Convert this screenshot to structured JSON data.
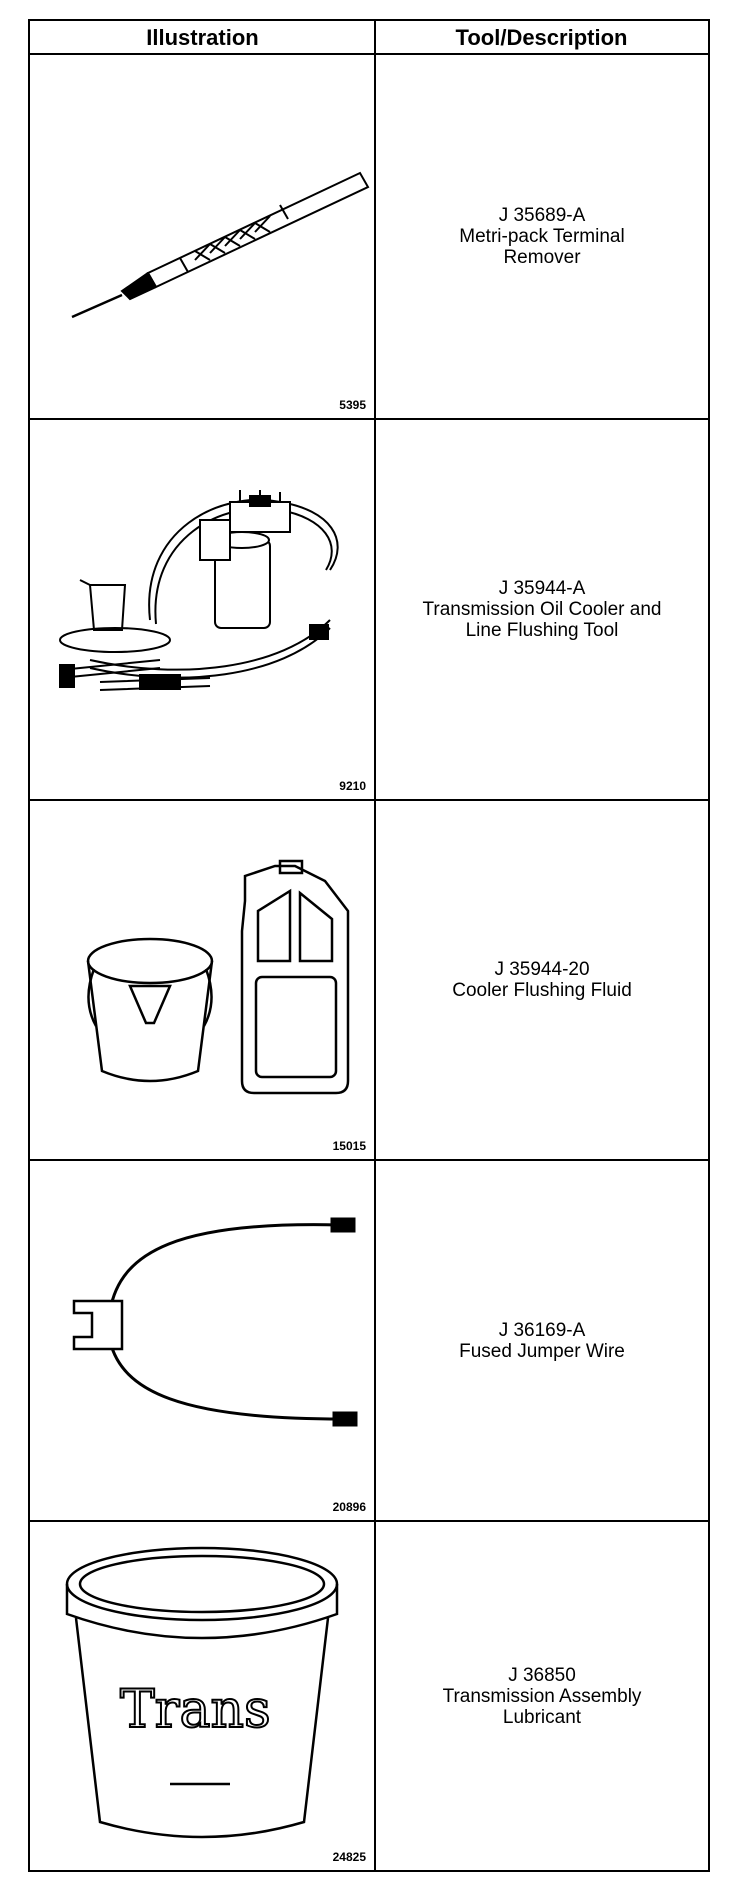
{
  "header": {
    "col1": "Illustration",
    "col2": "Tool/Description"
  },
  "rows": [
    {
      "fig": "5395",
      "lines": [
        "J 35689-A",
        "Metri-pack Terminal",
        "Remover"
      ]
    },
    {
      "fig": "9210",
      "lines": [
        "J 35944-A",
        "Transmission Oil Cooler and",
        "Line Flushing Tool"
      ]
    },
    {
      "fig": "15015",
      "lines": [
        "J 35944-20",
        "Cooler Flushing Fluid"
      ]
    },
    {
      "fig": "20896",
      "lines": [
        "J 36169-A",
        "Fused Jumper Wire"
      ]
    },
    {
      "fig": "24825",
      "lines": [
        "J 36850",
        "Transmission Assembly",
        "Lubricant"
      ],
      "label_art": "Trans"
    }
  ]
}
